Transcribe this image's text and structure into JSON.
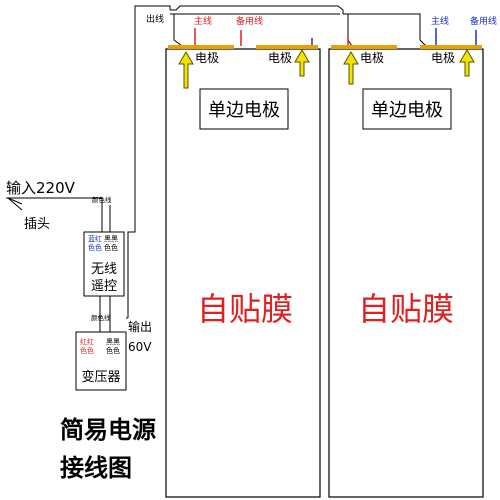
{
  "diagram": {
    "top_wire_label": "出线",
    "left_panel": {
      "main_wire": "主线",
      "backup_wire": "备用线",
      "electrode_left": "电极",
      "electrode_right": "电极",
      "box_label": "单边电极",
      "film_label": "自贴膜"
    },
    "right_panel": {
      "main_wire": "主线",
      "backup_wire": "备用线",
      "electrode_left": "电极",
      "electrode_right": "电极",
      "box_label": "单边电极",
      "film_label": "自贴膜"
    },
    "input": {
      "label": "输入220V",
      "plug": "插头"
    },
    "remote": {
      "wire_color_label": "颜色线",
      "col_left": "蓝红色色",
      "col_right": "黑黑色色",
      "line1": "无线",
      "line2": "遥控"
    },
    "transformer": {
      "wire_color_label": "颜色线",
      "col_left": "红红色色",
      "col_right": "黑黑色色",
      "label": "变压器"
    },
    "output": {
      "line1": "输出",
      "line2": "60V"
    },
    "caption": {
      "line1": "简易电源",
      "line2": "接线图"
    },
    "colors": {
      "red": "#e02020",
      "blue": "#1a34c8",
      "electrode_bar": "#e8a100",
      "arrow_fill": "#f3e300",
      "arrow_stroke": "#5a5400"
    }
  }
}
